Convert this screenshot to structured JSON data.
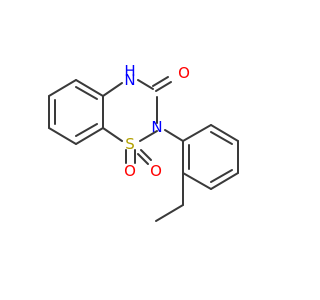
{
  "molecule": {
    "atoms": {
      "nh": {
        "text": "H",
        "color": "#0000ff"
      },
      "n_amide": {
        "text": "N",
        "color": "#0000ff"
      },
      "o_carbonyl": {
        "text": "O",
        "color": "#ff0000"
      },
      "n_ring": {
        "text": "N",
        "color": "#0000ff"
      },
      "s": {
        "text": "S",
        "color": "#b2a100"
      },
      "o_s1": {
        "text": "O",
        "color": "#ff0000"
      },
      "o_s2": {
        "text": "O",
        "color": "#ff0000"
      }
    }
  }
}
